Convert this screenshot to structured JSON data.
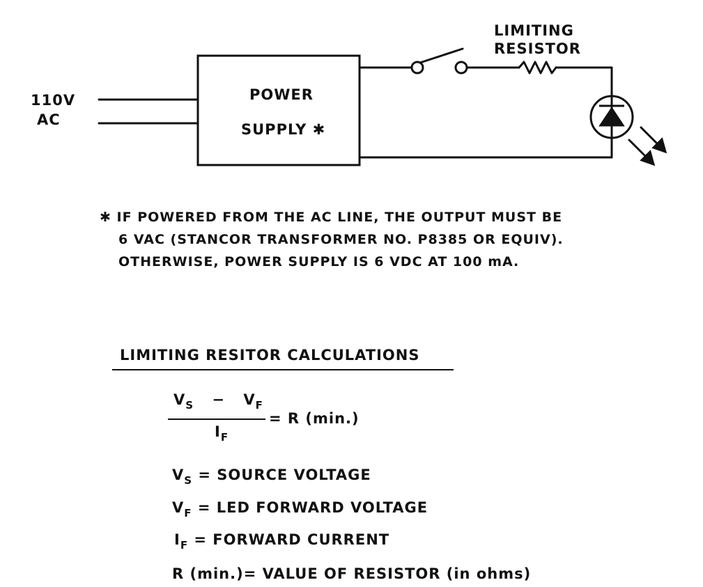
{
  "circuit": {
    "input_voltage": "110V",
    "input_type": "AC",
    "power_supply_line1": "POWER",
    "power_supply_line2": "SUPPLY ✱",
    "resistor_line1": "LIMITING",
    "resistor_line2": "RESISTOR"
  },
  "note": {
    "line1": "✱ IF POWERED FROM THE AC LINE, THE OUTPUT MUST BE",
    "line2": "6 VAC (STANCOR TRANSFORMER NO. P8385 OR EQUIV).",
    "line3": "OTHERWISE, POWER SUPPLY IS 6 VDC AT 100 mA."
  },
  "calc": {
    "title": "LIMITING RESITOR CALCULATIONS",
    "num_a": "V",
    "num_a_sub": "S",
    "num_op": "−",
    "num_b": "V",
    "num_b_sub": "F",
    "den": "I",
    "den_sub": "F",
    "result": "= R (min.)",
    "defs": [
      {
        "sym": "V",
        "sub": "S",
        "text": " = SOURCE VOLTAGE"
      },
      {
        "sym": "V",
        "sub": "F",
        "text": " = LED FORWARD VOLTAGE"
      },
      {
        "sym": "I",
        "sub": "F",
        "text": " = FORWARD CURRENT"
      },
      {
        "sym": "R (min.)",
        "sub": "",
        "text": "= VALUE OF RESISTOR (in ohms)"
      }
    ]
  }
}
